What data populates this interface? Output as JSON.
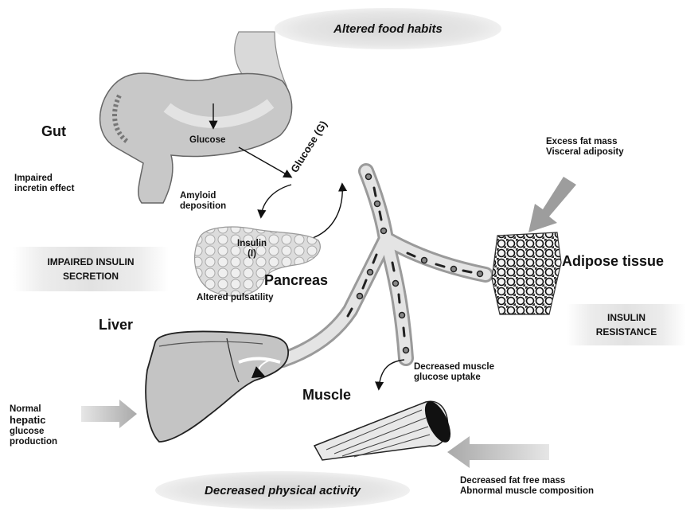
{
  "ovals": {
    "top": "Altered food habits",
    "bottom": "Decreased physical activity"
  },
  "organs": {
    "gut": "Gut",
    "pancreas": "Pancreas",
    "liver": "Liver",
    "muscle": "Muscle",
    "adipose": "Adipose tissue"
  },
  "labels": {
    "glucose_in_gut": "Glucose",
    "glucose_g": "Glucose (G)",
    "incretin": [
      "Impaired",
      "incretin effect"
    ],
    "amyloid": [
      "Amyloid",
      "deposition"
    ],
    "insulin": [
      "Insulin",
      "(I)"
    ],
    "pulsatility": "Altered pulsatility",
    "excess_fat": [
      "Excess fat mass",
      "Visceral adiposity"
    ],
    "muscle_uptake": [
      "Decreased muscle",
      "glucose uptake"
    ],
    "hepatic": [
      "Normal",
      "hepatic",
      "glucose",
      "production"
    ],
    "fat_free": [
      "Decreased fat free mass",
      "Abnormal muscle composition"
    ]
  },
  "boxes": {
    "impaired_secretion": [
      "IMPAIRED INSULIN",
      "SECRETION"
    ],
    "insulin_resistance": [
      "INSULIN",
      "RESISTANCE"
    ]
  }
}
